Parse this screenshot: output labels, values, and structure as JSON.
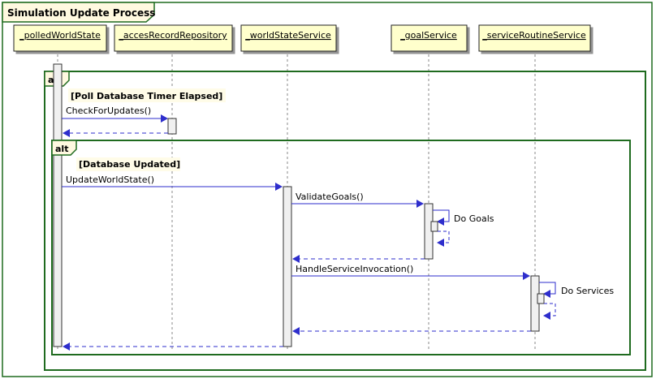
{
  "frame": {
    "title": "Simulation Update Process"
  },
  "participants": [
    {
      "name": "_polledWorldState"
    },
    {
      "name": "_accesRecordRepository"
    },
    {
      "name": "_worldStateService"
    },
    {
      "name": "_goalService"
    },
    {
      "name": "_serviceRoutineService"
    }
  ],
  "fragments": {
    "outer": {
      "kind": "alt",
      "guard": "[Poll Database Timer Elapsed]"
    },
    "inner": {
      "kind": "alt",
      "guard": "[Database Updated]"
    }
  },
  "messages": {
    "check_for_updates": "CheckForUpdates()",
    "update_world_state": "UpdateWorldState()",
    "validate_goals": "ValidateGoals()",
    "do_goals": "Do Goals",
    "handle_service_invocation": "HandleServiceInvocation()",
    "do_services": "Do Services"
  },
  "colors": {
    "participant_fill": "#FFFFCC",
    "fragment_border": "#1F6B1F",
    "message_arrow": "#2E2ECC",
    "activation_fill": "#F0F0F0",
    "frame_title_fill": "#FFF9E0"
  }
}
